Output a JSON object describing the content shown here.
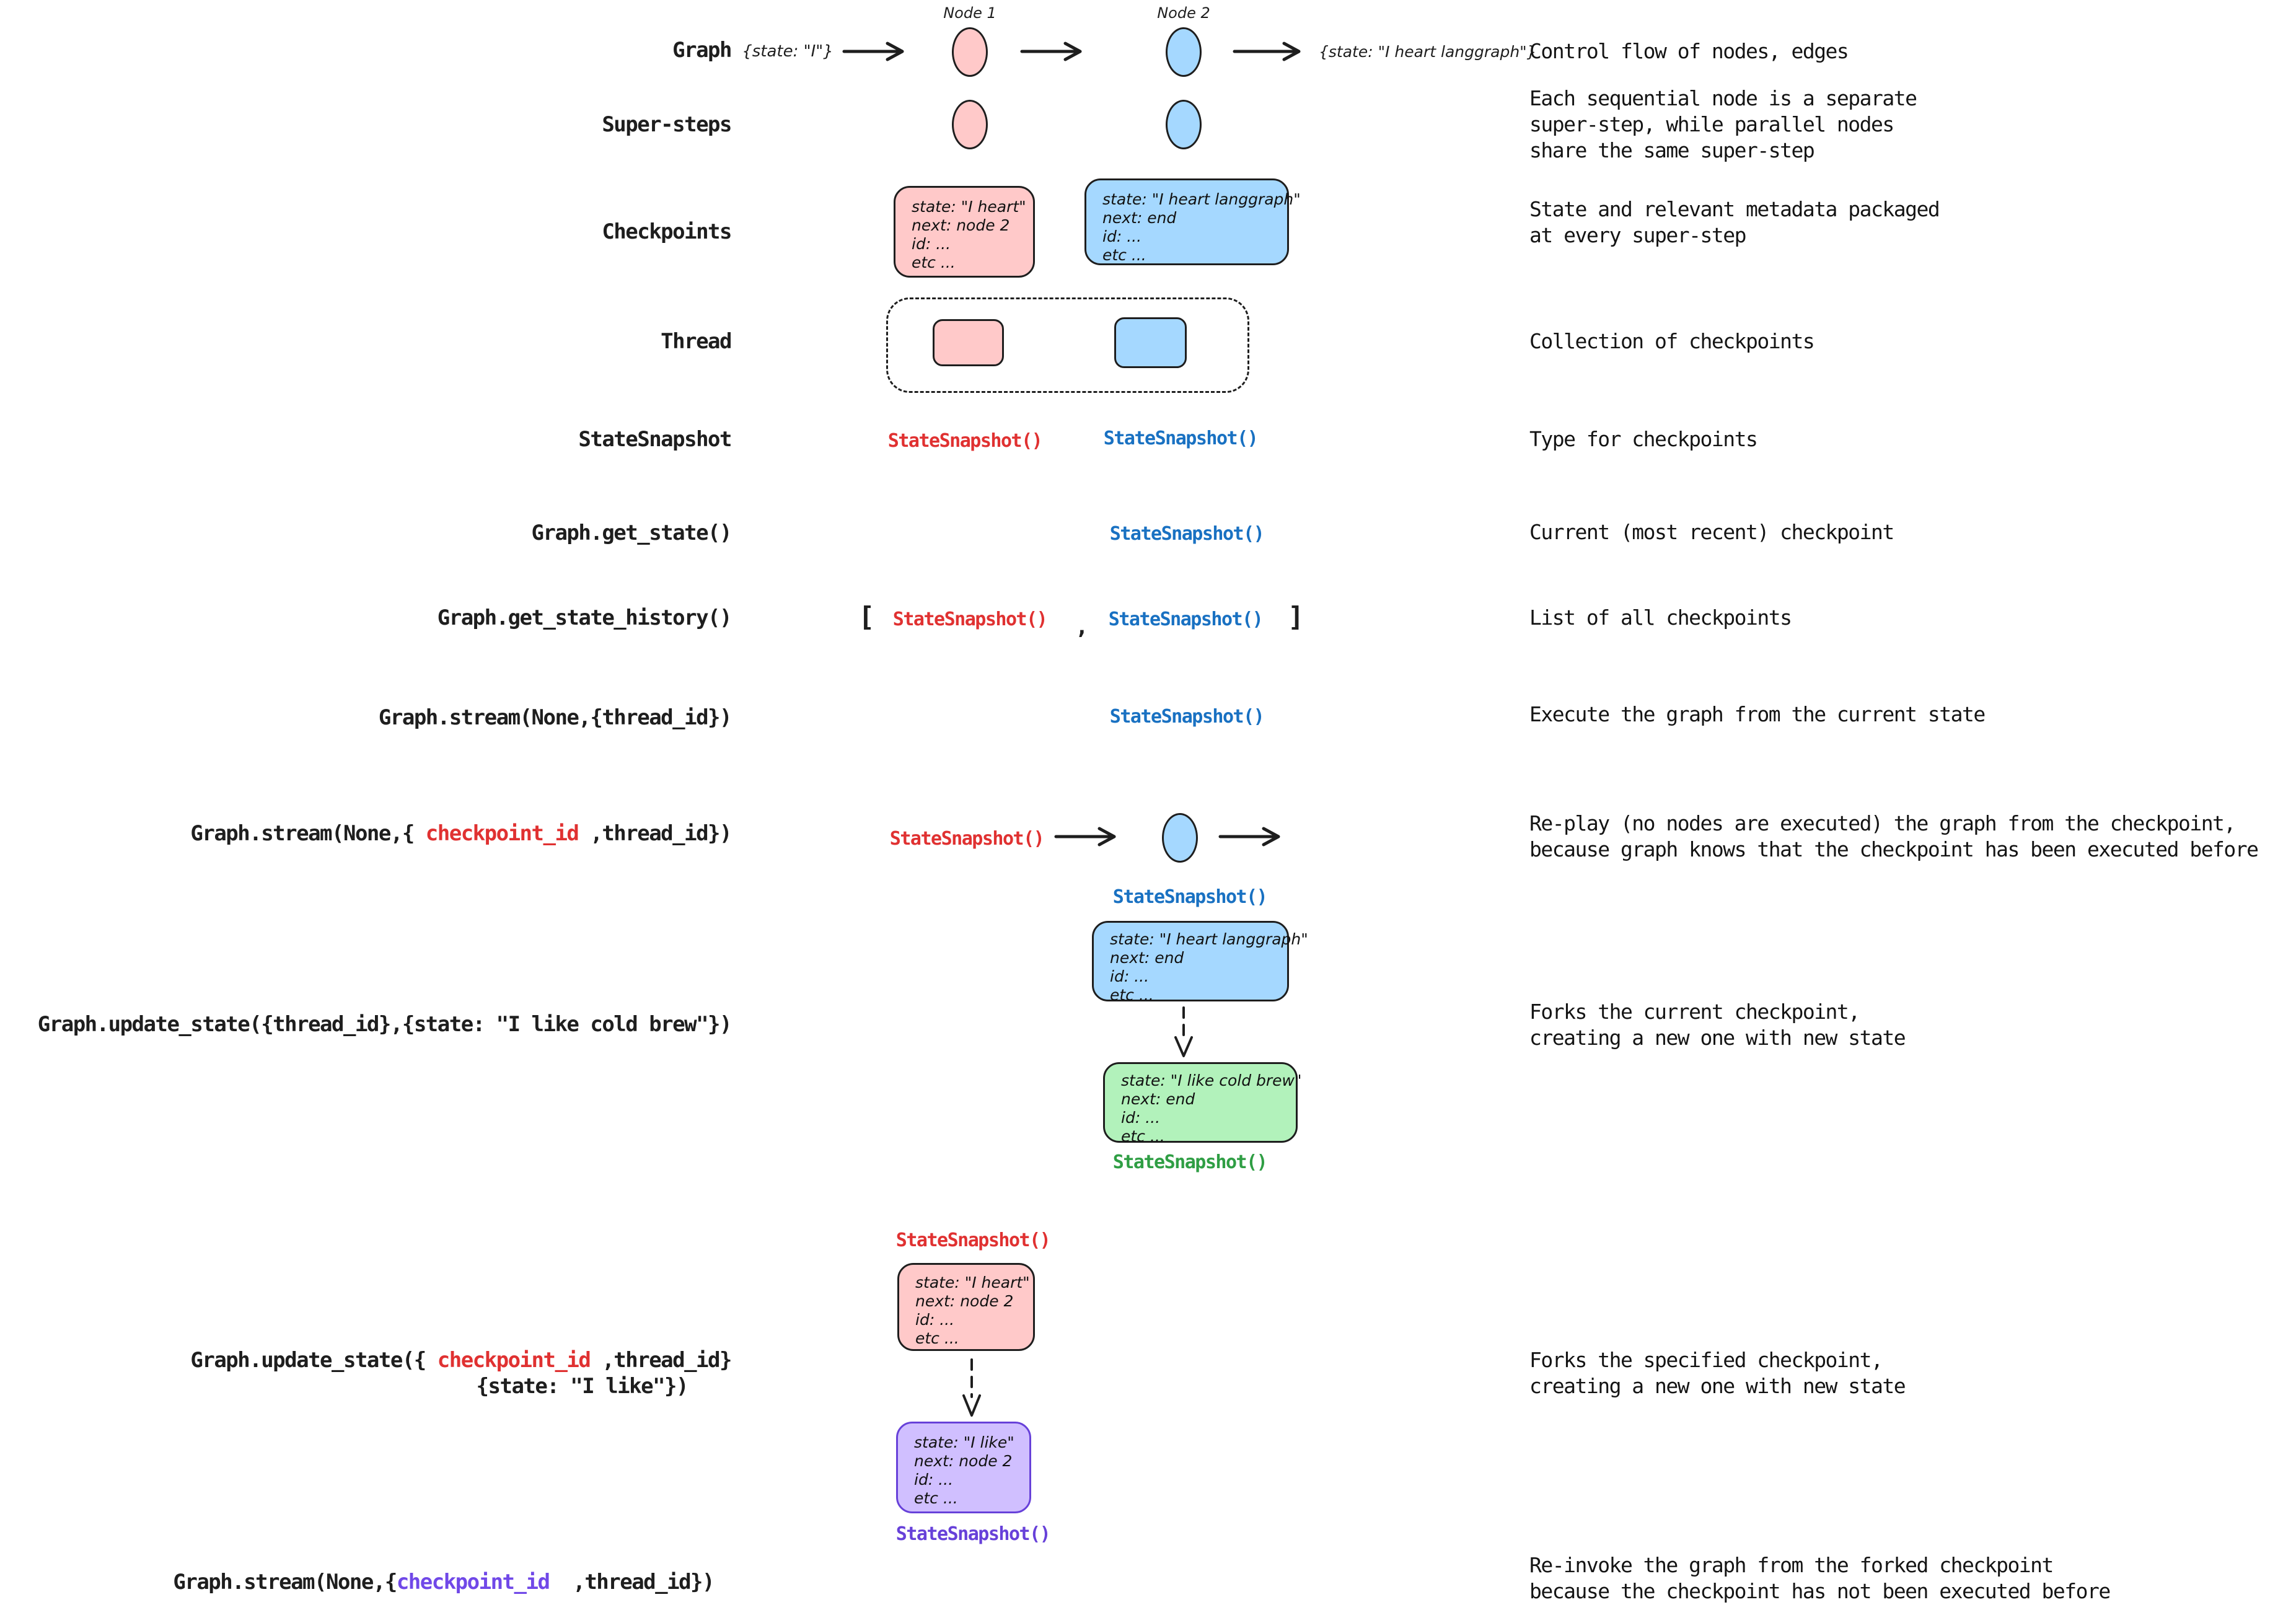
{
  "colors": {
    "ink": "#1e1e1e",
    "pink_fill": "#ffc9c9",
    "blue_fill": "#a5d8ff",
    "green_fill": "#b2f2bb",
    "purple_fill": "#d0bfff",
    "red_text": "#e03131",
    "blue_text": "#1971c2",
    "green_text": "#2f9e44",
    "purple_text": "#6741d9",
    "purple_param": "#7048e8"
  },
  "shared": {
    "snapshot": "StateSnapshot()"
  },
  "nodes": {
    "node1_label": "Node 1",
    "node2_label": "Node 2"
  },
  "rows": {
    "graph": {
      "label": "Graph",
      "input_state": "{state: \"I\"}",
      "output_state": "{state: \"I heart langgraph\"}",
      "desc": "Control flow of nodes, edges"
    },
    "super_steps": {
      "label": "Super-steps",
      "desc": "Each sequential node is a separate\nsuper-step, while parallel nodes\nshare the same super-step"
    },
    "checkpoints": {
      "label": "Checkpoints",
      "desc": "State and relevant metadata packaged\nat every super-step",
      "pink_box": [
        "state: \"I heart\"",
        "next: node 2",
        "id: ...",
        "etc ..."
      ],
      "blue_box": [
        "state: \"I heart langgraph\"",
        "next: end",
        "id: ...",
        "etc ..."
      ]
    },
    "thread": {
      "label": "Thread",
      "desc": "Collection of checkpoints"
    },
    "snapshot_type": {
      "label": "StateSnapshot",
      "desc": "Type for checkpoints"
    },
    "get_state": {
      "label": "Graph.get_state()",
      "desc": "Current (most recent) checkpoint"
    },
    "get_state_history": {
      "label": "Graph.get_state_history()",
      "desc": "List of all checkpoints",
      "bracket_open": "[",
      "comma": ",",
      "bracket_close": "]"
    },
    "stream_thread": {
      "label": "Graph.stream(None,{thread_id})",
      "desc": "Execute the graph from the current state"
    },
    "stream_checkpoint": {
      "label_prefix": "Graph.stream(None,{ ",
      "label_param": "checkpoint_id",
      "label_suffix": " ,thread_id})",
      "desc": "Re-play (no nodes are executed) the graph from the checkpoint,\nbecause graph knows that the checkpoint has been executed before"
    },
    "update_current": {
      "label": "Graph.update_state({thread_id},{state: \"I like cold brew\"})",
      "desc": "Forks the current checkpoint,\ncreating a new one with new state",
      "blue_box": [
        "state: \"I heart langgraph\"",
        "next: end",
        "id: ...",
        "etc ..."
      ],
      "green_box": [
        "state: \"I like cold brew\"",
        "next: end",
        "id: ...",
        "etc ..."
      ]
    },
    "update_specified": {
      "label_prefix": "Graph.update_state({ ",
      "label_param": "checkpoint_id",
      "label_suffix": " ,thread_id}",
      "label_line2": "{state: \"I like\"})",
      "desc": "Forks the specified checkpoint,\ncreating a new one with new state",
      "pink_box": [
        "state: \"I heart\"",
        "next: node 2",
        "id: ...",
        "etc ..."
      ],
      "purple_box": [
        "state: \"I like\"",
        "next: node 2",
        "id: ...",
        "etc ..."
      ]
    },
    "stream_forked": {
      "label_prefix": "Graph.stream(None,{",
      "label_param": "checkpoint_id",
      "label_suffix": "  ,thread_id})",
      "desc": "Re-invoke the graph from the forked checkpoint\nbecause the checkpoint has not been executed before"
    }
  }
}
